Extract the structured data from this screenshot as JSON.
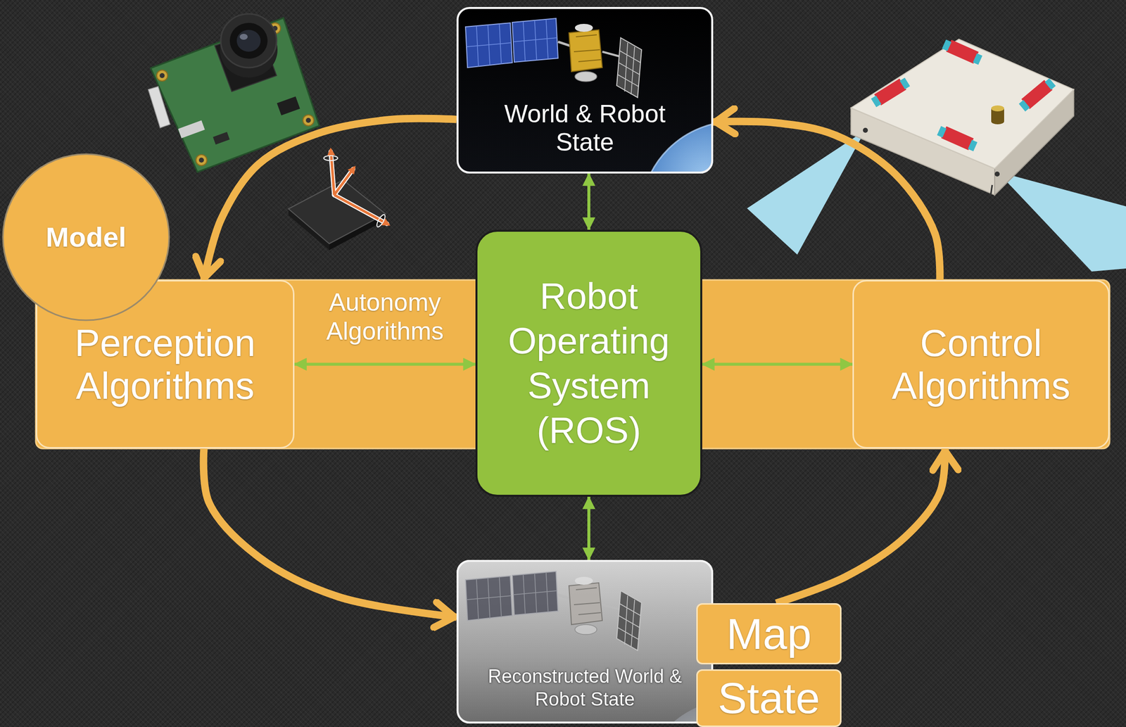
{
  "diagram": {
    "nodes": [
      {
        "text": [
          "World & Robot State"
        ]
      },
      {
        "text": [
          "Model"
        ]
      },
      {
        "text": [
          "Autonomy Algorithms"
        ]
      },
      {
        "text": [
          "Perception Algorithms"
        ],
        "in": 2
      },
      {
        "text": [
          "Robot Operating System (ROS)"
        ]
      },
      {
        "text": [
          "Control Algorithms"
        ],
        "in": 2
      },
      {
        "text": [
          "Reconstructed World & Robot State"
        ]
      },
      {
        "text": [
          "Map"
        ]
      },
      {
        "text": [
          "State"
        ]
      }
    ],
    "edges": [
      {
        "from": 0,
        "to": 4,
        "arrow": "both"
      },
      {
        "from": 0,
        "to": 3,
        "arrow": "to"
      },
      {
        "from": 3,
        "to": 4,
        "arrow": "both"
      },
      {
        "from": 4,
        "to": 5,
        "arrow": "both"
      },
      {
        "from": 5,
        "to": 0,
        "arrow": "to"
      },
      {
        "from": 3,
        "to": 6,
        "arrow": "to"
      },
      {
        "from": 4,
        "to": 6,
        "arrow": "both"
      },
      {
        "from": 7,
        "to": 5,
        "arrow": "to"
      }
    ]
  }
}
